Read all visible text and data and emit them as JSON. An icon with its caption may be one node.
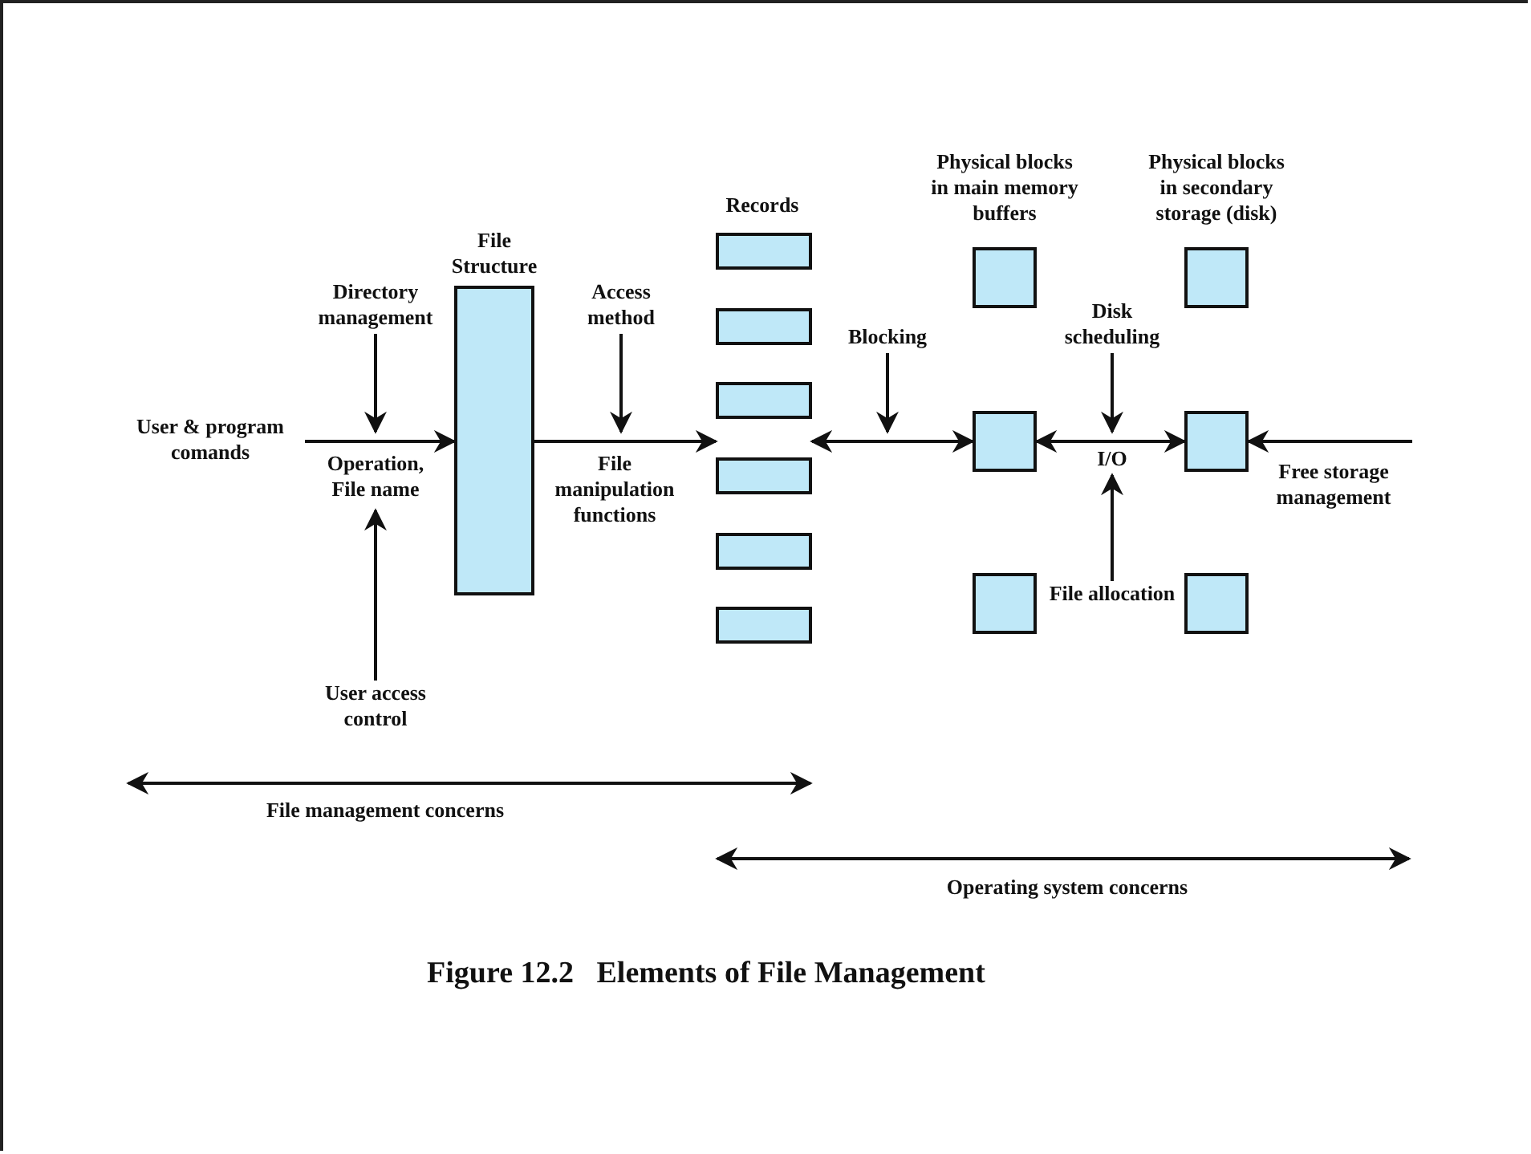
{
  "diagram": {
    "caption": "Figure 12.2   Elements of File Management",
    "nodes": [
      {
        "text": [
          "User & program comands"
        ]
      },
      {
        "text": [
          "File Structure"
        ]
      },
      {
        "text": [
          "Directory management"
        ]
      },
      {
        "text": [
          "Access method"
        ]
      },
      {
        "text": [
          "User access control"
        ]
      },
      {
        "text": [],
        "shape": "box"
      },
      {
        "text": [],
        "shape": "box"
      },
      {
        "text": [],
        "shape": "box"
      },
      {
        "text": [],
        "shape": "box"
      },
      {
        "text": [],
        "shape": "box"
      },
      {
        "text": [],
        "shape": "box"
      },
      {
        "text": [
          "Blocking"
        ]
      },
      {
        "text": [],
        "shape": "box"
      },
      {
        "text": [],
        "shape": "box"
      },
      {
        "text": [
          "Disk scheduling"
        ]
      },
      {
        "text": [],
        "shape": "box"
      },
      {
        "text": [],
        "shape": "box"
      },
      {
        "text": [],
        "shape": "box"
      },
      {
        "text": [],
        "shape": "box"
      },
      {
        "text": [
          "File allocation"
        ]
      }
    ],
    "edges": [
      {
        "from": 0,
        "to": 1,
        "arrow": "to",
        "label": "Operation, File name"
      },
      {
        "from": 2,
        "to": null,
        "arrow": "to"
      },
      {
        "from": 4,
        "to": null,
        "arrow": "to"
      },
      {
        "from": 1,
        "to": 7,
        "arrow": "to",
        "label": "File manipulation functions"
      },
      {
        "from": 3,
        "to": null,
        "arrow": "to"
      },
      {
        "from": 7,
        "to": 15,
        "arrow": "both"
      },
      {
        "from": 11,
        "to": null,
        "arrow": "to"
      },
      {
        "from": 15,
        "to": 16,
        "arrow": "both",
        "label": "I/O"
      },
      {
        "from": 14,
        "to": null,
        "arrow": "to"
      },
      {
        "from": 19,
        "to": null,
        "arrow": "to"
      },
      {
        "from": null,
        "to": 16,
        "arrow": "to",
        "label": "Free storage management"
      }
    ],
    "labels": [
      "Records",
      "Physical blocks in main memory buffers",
      "Physical blocks in secondary storage (disk)",
      "File management concerns",
      "Operating system concerns"
    ]
  }
}
